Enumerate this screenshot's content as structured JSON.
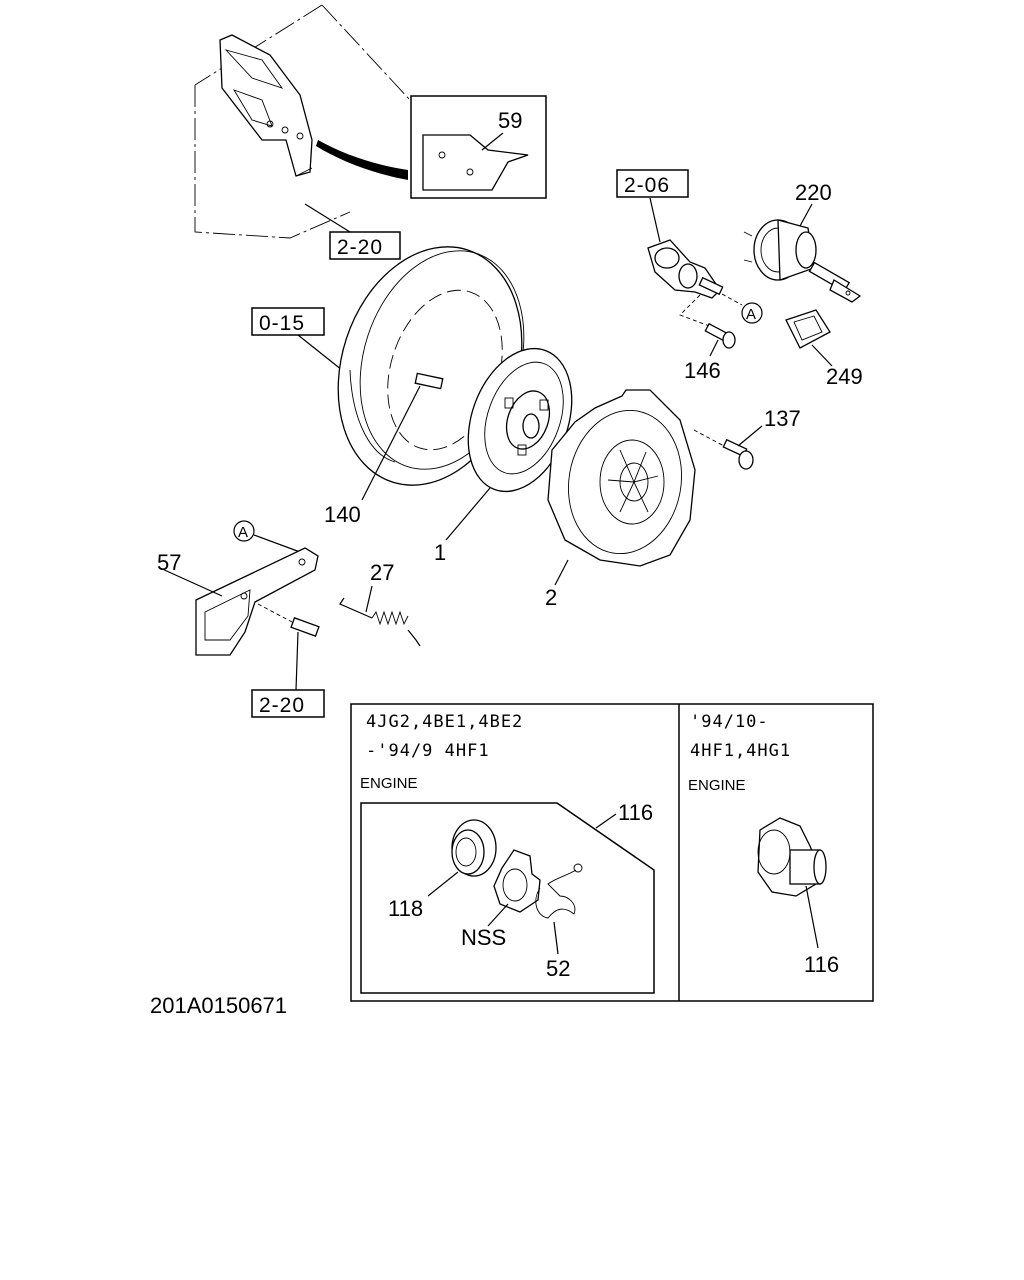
{
  "part_numbers": {
    "p59": "59",
    "p220": "220",
    "p146": "146",
    "p249": "249",
    "p137": "137",
    "p140": "140",
    "p1": "1",
    "p2": "2",
    "p57": "57",
    "p27": "27",
    "p116_left": "116",
    "p118": "118",
    "nss": "NSS",
    "p52": "52",
    "p116_right": "116"
  },
  "references": {
    "ref_2_06": "2-06",
    "ref_2_20_top": "2-20",
    "ref_0_15": "0-15",
    "ref_2_20_bottom": "2-20"
  },
  "markers": {
    "a_top": "A",
    "a_left": "A"
  },
  "table": {
    "left": {
      "line1": "4JG2,4BE1,4BE2",
      "line2": "-'94/9 4HF1",
      "engine_label": "ENGINE"
    },
    "right": {
      "line1": "'94/10-",
      "line2": "4HF1,4HG1",
      "engine_label": "ENGINE"
    }
  },
  "diagram_code": "201A0150671"
}
